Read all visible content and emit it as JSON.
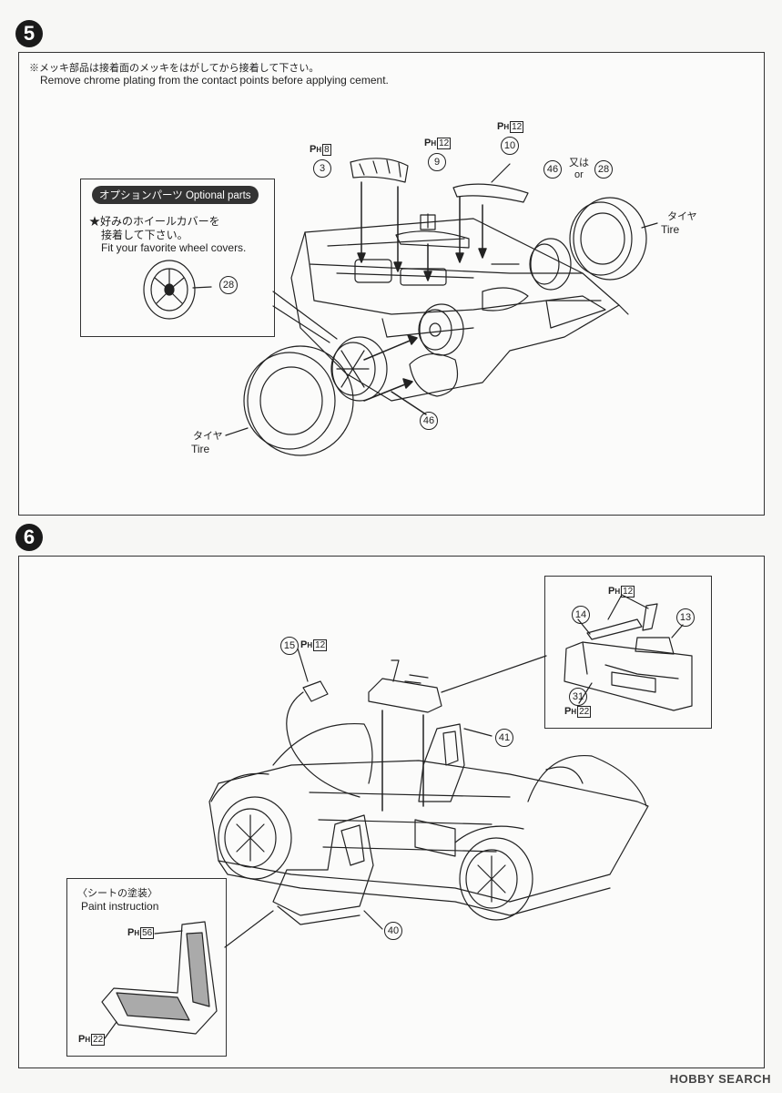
{
  "step5": {
    "number": "5",
    "note_jp": "※メッキ部品は接着面のメッキをはがしてから接着して下さい。",
    "note_en": "Remove chrome plating from the contact points before applying cement.",
    "optional": {
      "header": "オプションパーツ Optional parts",
      "line1": "★好みのホイールカバーを",
      "line2": "接着して下さい。",
      "line3": "Fit your favorite wheel covers.",
      "part": "28"
    },
    "parts": {
      "p3": "3",
      "p3_ph": "8",
      "p9": "9",
      "p9_ph": "12",
      "p10": "10",
      "p10_ph": "12",
      "p46a": "46",
      "p46b": "46",
      "alt": "28",
      "alt_jp": "又は",
      "alt_en": "or"
    },
    "tire_right_jp": "タイヤ",
    "tire_right_en": "Tire",
    "tire_left_jp": "タイヤ",
    "tire_left_en": "Tire"
  },
  "step6": {
    "number": "6",
    "parts": {
      "p15": "15",
      "p15_ph": "12",
      "p41": "41",
      "p40": "40",
      "p14": "14",
      "p13": "13",
      "p14_13_ph": "12",
      "p31": "31",
      "p31_ph": "22"
    },
    "paint": {
      "title_jp": "〈シートの塗装〉",
      "title_en": "Paint instruction",
      "ph1": "56",
      "ph2": "22"
    }
  },
  "ph_label": "P",
  "ph_sub": "H",
  "watermark": "HOBBY SEARCH"
}
